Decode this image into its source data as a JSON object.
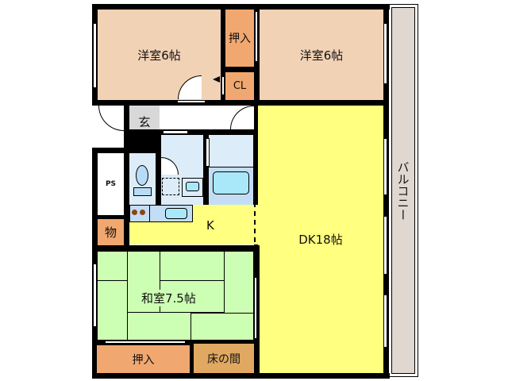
{
  "floor_plan": {
    "rooms": [
      {
        "id": "western-room-1",
        "label": "洋室6帖",
        "color": "#f2d2b5"
      },
      {
        "id": "western-room-2",
        "label": "洋室6帖",
        "color": "#f2d2b5"
      },
      {
        "id": "closet-top",
        "label": "押入",
        "color": "#f0a870"
      },
      {
        "id": "cl",
        "label": "CL",
        "color": "#f0a870"
      },
      {
        "id": "entrance",
        "label": "玄",
        "color": "#d8d8d8"
      },
      {
        "id": "pipe-space",
        "label": "PS",
        "color": "#ffffff"
      },
      {
        "id": "storage",
        "label": "物",
        "color": "#f0a870"
      },
      {
        "id": "kitchen",
        "label": "K",
        "color": "#ffff80"
      },
      {
        "id": "dk",
        "label": "DK18帖",
        "color": "#ffff80"
      },
      {
        "id": "japanese-room",
        "label": "和室7.5帖",
        "color": "#ccffb3"
      },
      {
        "id": "closet-bottom",
        "label": "押入",
        "color": "#f0a870"
      },
      {
        "id": "tokonoma",
        "label": "床の間",
        "color": "#e0a860"
      },
      {
        "id": "balcony",
        "label": "バルコニー",
        "color": "#e0d8d0"
      }
    ],
    "wet_area_color": "#dcecf8",
    "fixture_color": "#a8e8f8",
    "wall_color": "#000000"
  }
}
